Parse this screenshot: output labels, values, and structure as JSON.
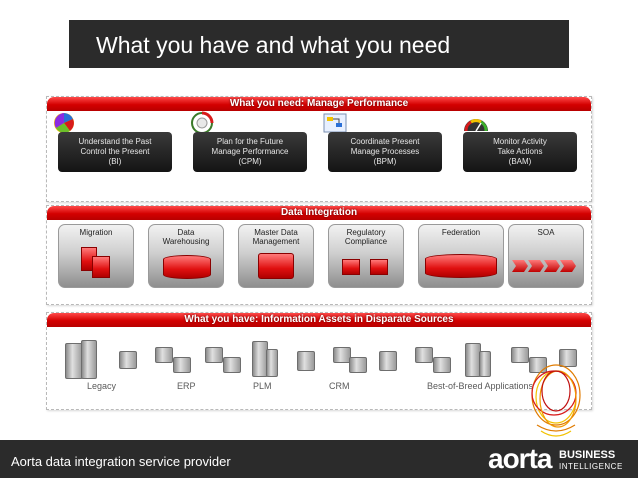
{
  "slide": {
    "title": "What you have and what you need"
  },
  "performance": {
    "header": "What you need: Manage Performance",
    "items": [
      {
        "line1": "Understand the Past",
        "line2": "Control the Present",
        "line3": "(BI)",
        "icon": "pie-chart-icon"
      },
      {
        "line1": "Plan for the Future",
        "line2": "Manage Performance",
        "line3": "(CPM)",
        "icon": "cycle-icon"
      },
      {
        "line1": "Coordinate Present",
        "line2": "Manage Processes",
        "line3": "(BPM)",
        "icon": "process-map-icon"
      },
      {
        "line1": "Monitor Activity",
        "line2": "Take Actions",
        "line3": "(BAM)",
        "icon": "gauge-icon"
      }
    ]
  },
  "integration": {
    "header": "Data Integration",
    "items": [
      {
        "line1": "Migration",
        "line2": ""
      },
      {
        "line1": "Data",
        "line2": "Warehousing"
      },
      {
        "line1": "Master Data",
        "line2": "Management"
      },
      {
        "line1": "Regulatory",
        "line2": "Compliance"
      },
      {
        "line1": "Federation",
        "line2": ""
      },
      {
        "line1": "SOA",
        "line2": ""
      }
    ]
  },
  "sources": {
    "header": "What you have: Information Assets in Disparate Sources",
    "labels": [
      "Legacy",
      "ERP",
      "PLM",
      "CRM",
      "Best-of-Breed Applications"
    ]
  },
  "footer": {
    "text": "Aorta data integration service provider",
    "logo_word": "aorta",
    "logo_line1": "BUSINESS",
    "logo_line2": "INTELLIGENCE"
  },
  "colors": {
    "accent_red": "#d40000",
    "dark_bar": "#2b2b2b"
  }
}
